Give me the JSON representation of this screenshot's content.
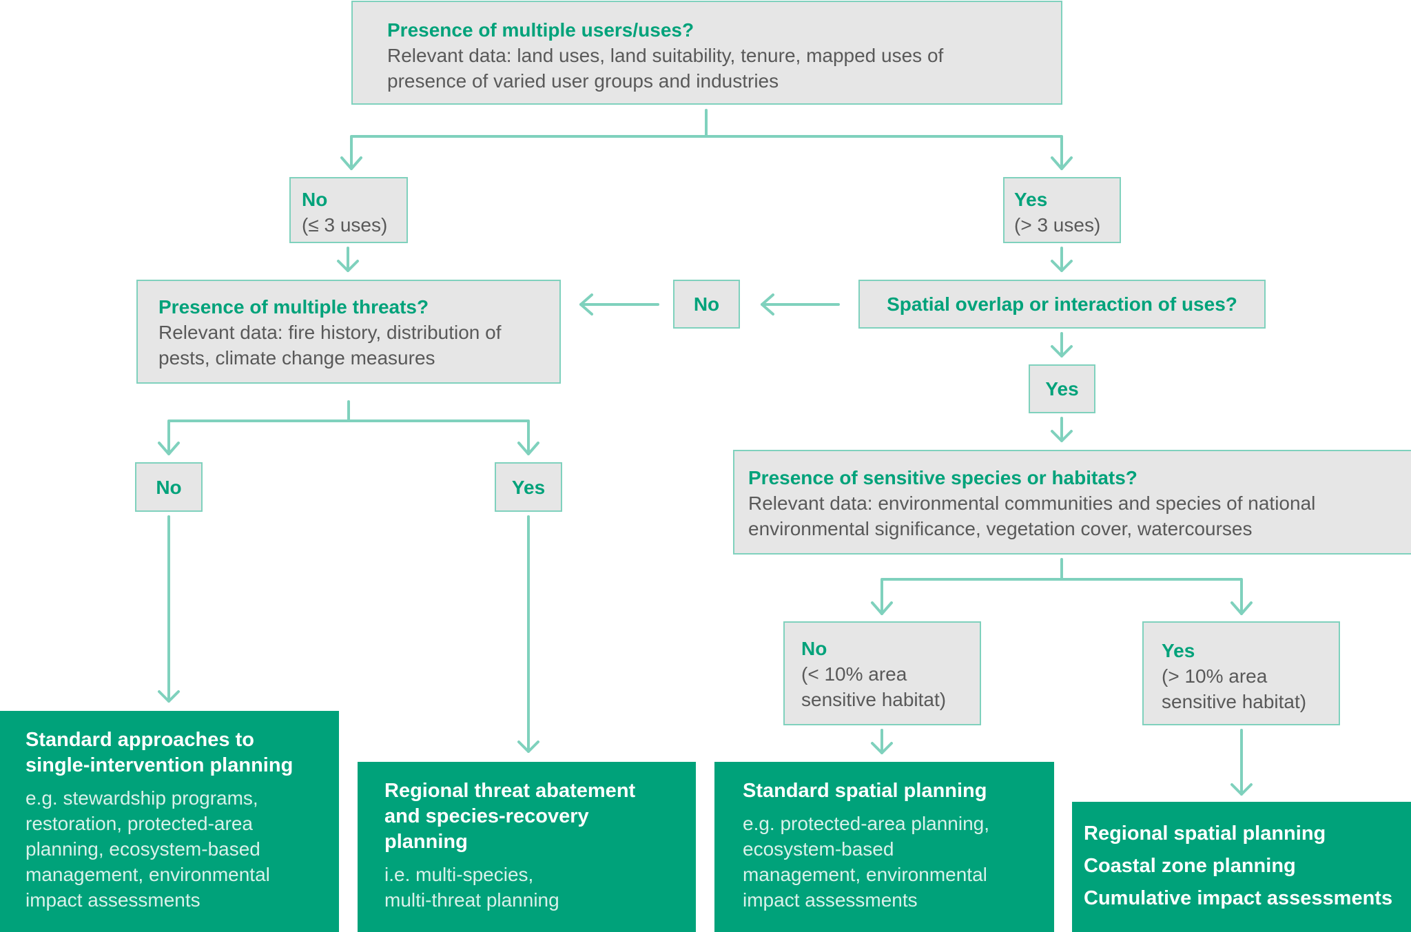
{
  "diagram": {
    "q1": {
      "title": "Presence of multiple users/uses?",
      "detail_1": "Relevant data: land uses, land suitability, tenure, mapped uses of",
      "detail_2": "presence of varied user groups and industries"
    },
    "no_uses": {
      "label": "No",
      "detail": "(≤ 3 uses)"
    },
    "yes_uses": {
      "label": "Yes",
      "detail": "(> 3 uses)"
    },
    "q_threats": {
      "title": "Presence of multiple threats?",
      "detail_1": "Relevant data: fire history, distribution of",
      "detail_2": "pests, climate change measures"
    },
    "no_overlap": {
      "label": "No"
    },
    "q_overlap": {
      "title": "Spatial overlap or interaction of uses?"
    },
    "yes_overlap": {
      "label": "Yes"
    },
    "q_sensitive": {
      "title": "Presence of sensitive species or habitats?",
      "detail_1": "Relevant data: environmental communities and species of national",
      "detail_2": "environmental significance, vegetation cover, watercourses"
    },
    "no_threats": {
      "label": "No"
    },
    "yes_threats": {
      "label": "Yes"
    },
    "no_sensitive": {
      "label": "No",
      "detail_1": "(< 10% area",
      "detail_2": "sensitive habitat)"
    },
    "yes_sensitive": {
      "label": "Yes",
      "detail_1": "(> 10% area",
      "detail_2": "sensitive habitat)"
    },
    "out_standard_single": {
      "title_1": "Standard approaches to",
      "title_2": "single-intervention planning",
      "detail_1": "e.g. stewardship programs,",
      "detail_2": "restoration, protected-area",
      "detail_3": "planning, ecosystem-based",
      "detail_4": "management, environmental",
      "detail_5": "impact assessments"
    },
    "out_regional_threat": {
      "title_1": "Regional threat abatement",
      "title_2": "and species-recovery",
      "title_3": "planning",
      "detail_1": "i.e. multi-species,",
      "detail_2": "multi-threat planning"
    },
    "out_standard_spatial": {
      "title_1": "Standard spatial planning",
      "detail_1": "e.g. protected-area planning,",
      "detail_2": "ecosystem-based",
      "detail_3": "management, environmental",
      "detail_4": "impact assessments"
    },
    "out_regional_spatial": {
      "item_1": "Regional spatial planning",
      "item_2": "Coastal zone planning",
      "item_3": "Cumulative impact assessments"
    },
    "colors": {
      "accent_green": "#00a27a",
      "connector": "#7fd1bd",
      "box_fill": "#e6e6e6",
      "body_text": "#595959"
    }
  }
}
